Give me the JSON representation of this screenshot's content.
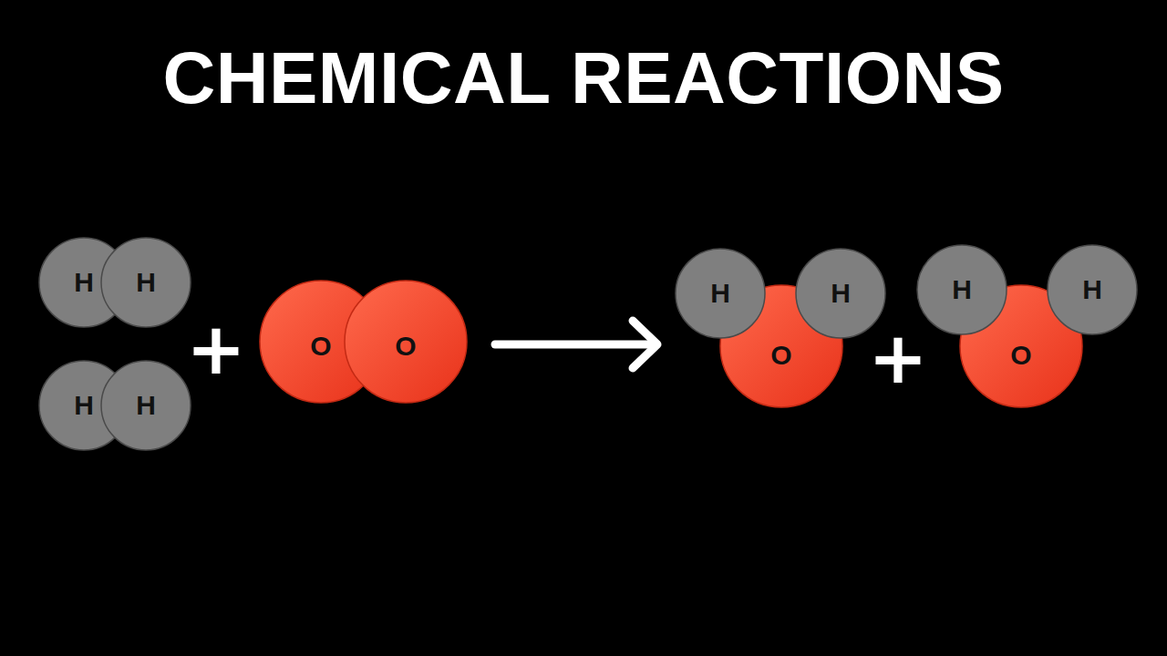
{
  "diagram": {
    "title": "CHEMICAL REACTIONS",
    "nodes": [
      {
        "text": [
          "H"
        ]
      },
      {
        "text": [
          "H"
        ]
      },
      {
        "text": [
          "H"
        ]
      },
      {
        "text": [
          "H"
        ]
      },
      {
        "text": [
          "O"
        ]
      },
      {
        "text": [
          "O"
        ]
      },
      {
        "text": [
          "H"
        ]
      },
      {
        "text": [
          "H"
        ]
      },
      {
        "text": [
          "O"
        ]
      },
      {
        "text": [
          "H"
        ]
      },
      {
        "text": [
          "H"
        ]
      },
      {
        "text": [
          "O"
        ]
      }
    ],
    "labels": [
      "+",
      "+"
    ]
  }
}
